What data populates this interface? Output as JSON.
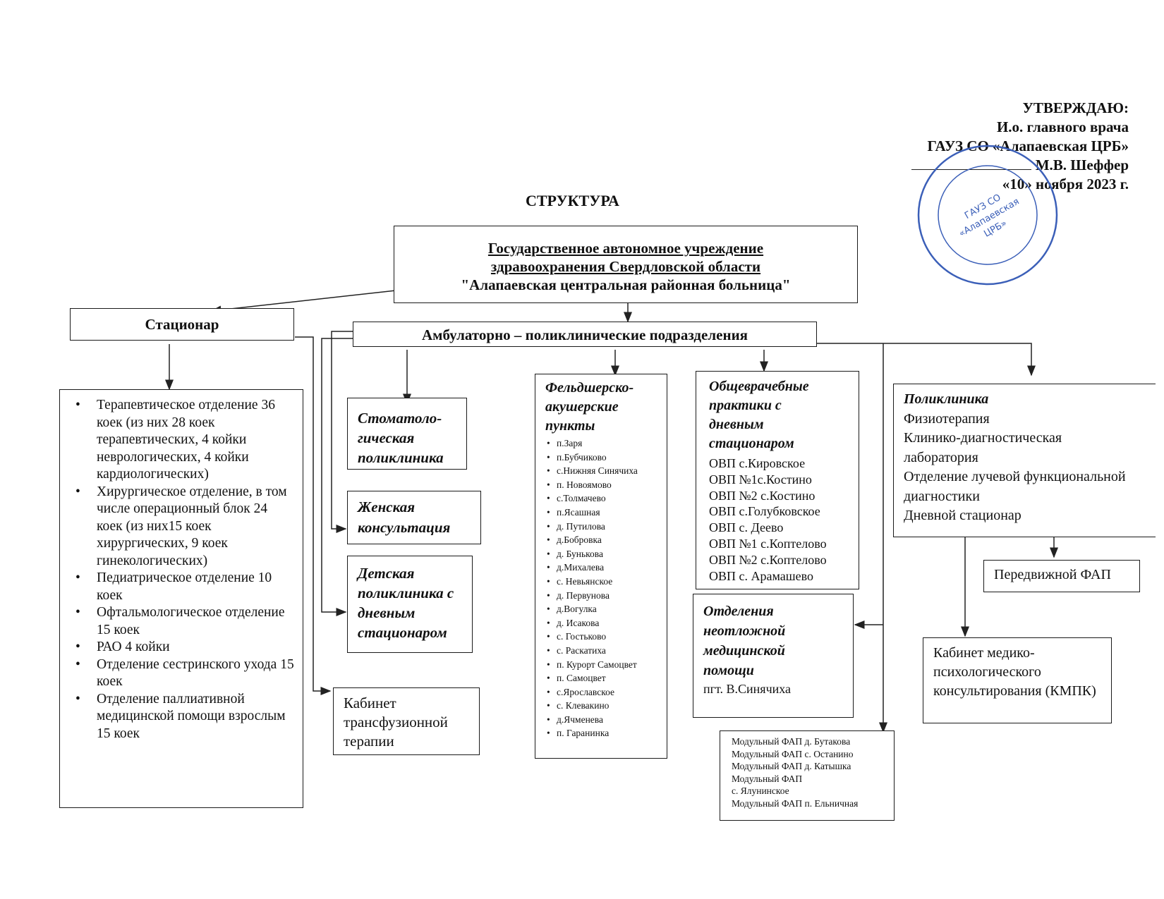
{
  "approval": {
    "title": "УТВЕРЖДАЮ:",
    "position": "И.о. главного врача",
    "org": "ГАУЗ СО «Алапаевская ЦРБ»",
    "signer": "М.В. Шеффер",
    "date": "«10» ноября 2023 г.",
    "stamp_text": "ГАУЗ СО «Алапаевская ЦРБ»"
  },
  "doc_title": "СТРУКТУРА",
  "root": {
    "line1": "Государственное автономное учреждение",
    "line2": "здравоохранения Свердловской области",
    "line3": "\"Алапаевская центральная районная больница\""
  },
  "stationar": {
    "title": "Стационар",
    "items": [
      "Терапевтическое отделение 36 коек (из них 28 коек терапевтических, 4 койки неврологических, 4 койки кардиологических)",
      "Хирургическое отделение, в том числе операционный блок 24 коек (из них15 коек хирургических, 9 коек гинекологических)",
      "Педиатрическое отделение 10 коек",
      "Офтальмологическое отделение 15 коек",
      "РАО 4 койки",
      "Отделение сестринского ухода 15 коек",
      "Отделение паллиативной медицинской помощи взрослым 15 коек"
    ]
  },
  "ambulatory": {
    "title": "Амбулаторно – поликлинические подразделения"
  },
  "dental": "Стоматоло-гическая поликлиника",
  "womens": "Женская консультация",
  "children": "Детская поликлиника с дневным стационаром",
  "transfusion": "Кабинет трансфузионной терапии",
  "fap": {
    "title": "Фельдшерско-акушерские пункты",
    "items": [
      "п.Заря",
      "п.Бубчиково",
      "с.Нижняя Синячиха",
      "п. Новоямово",
      "с.Толмачево",
      "п.Ясашная",
      "д. Путилова",
      "д.Бобровка",
      "д. Бунькова",
      "д.Михалева",
      "с. Невьянское",
      "д. Первунова",
      "д.Вогулка",
      "д. Исакова",
      "с. Гостьково",
      "с. Раскатиха",
      "п. Курорт Самоцвет",
      "п. Самоцвет",
      "с.Ярославское",
      "с. Клевакино",
      "д.Ячменева",
      "п. Гаранинка"
    ]
  },
  "ovp": {
    "title": "Общеврачебные практики с дневным стационаром",
    "items": [
      "ОВП с.Кировское",
      "ОВП №1с.Костино",
      "ОВП №2 с.Костино",
      "ОВП с.Голубковское",
      "ОВП с. Деево",
      "ОВП №1 с.Коптелово",
      "ОВП №2 с.Коптелово",
      "ОВП с. Арамашево"
    ]
  },
  "emergency": {
    "title": "Отделения неотложной медицинской помощи",
    "sub": "пгт. В.Синячиха"
  },
  "modular": [
    "Модульный ФАП д. Бутакова",
    "Модульный ФАП с. Останино",
    "Модульный ФАП д. Катышка",
    "Модульный ФАП",
    "с. Ялунинское",
    "Модульный ФАП п. Ельничная"
  ],
  "polyclinic": {
    "title": "Поликлиника",
    "items": [
      "Физиотерапия",
      "Клинико-диагностическая лаборатория",
      "Отделение лучевой функциональной диагностики",
      "Дневной стационар"
    ]
  },
  "mobile_fap": "Передвижной ФАП",
  "kmpk": "Кабинет медико-психологического консультирования (КМПК)"
}
